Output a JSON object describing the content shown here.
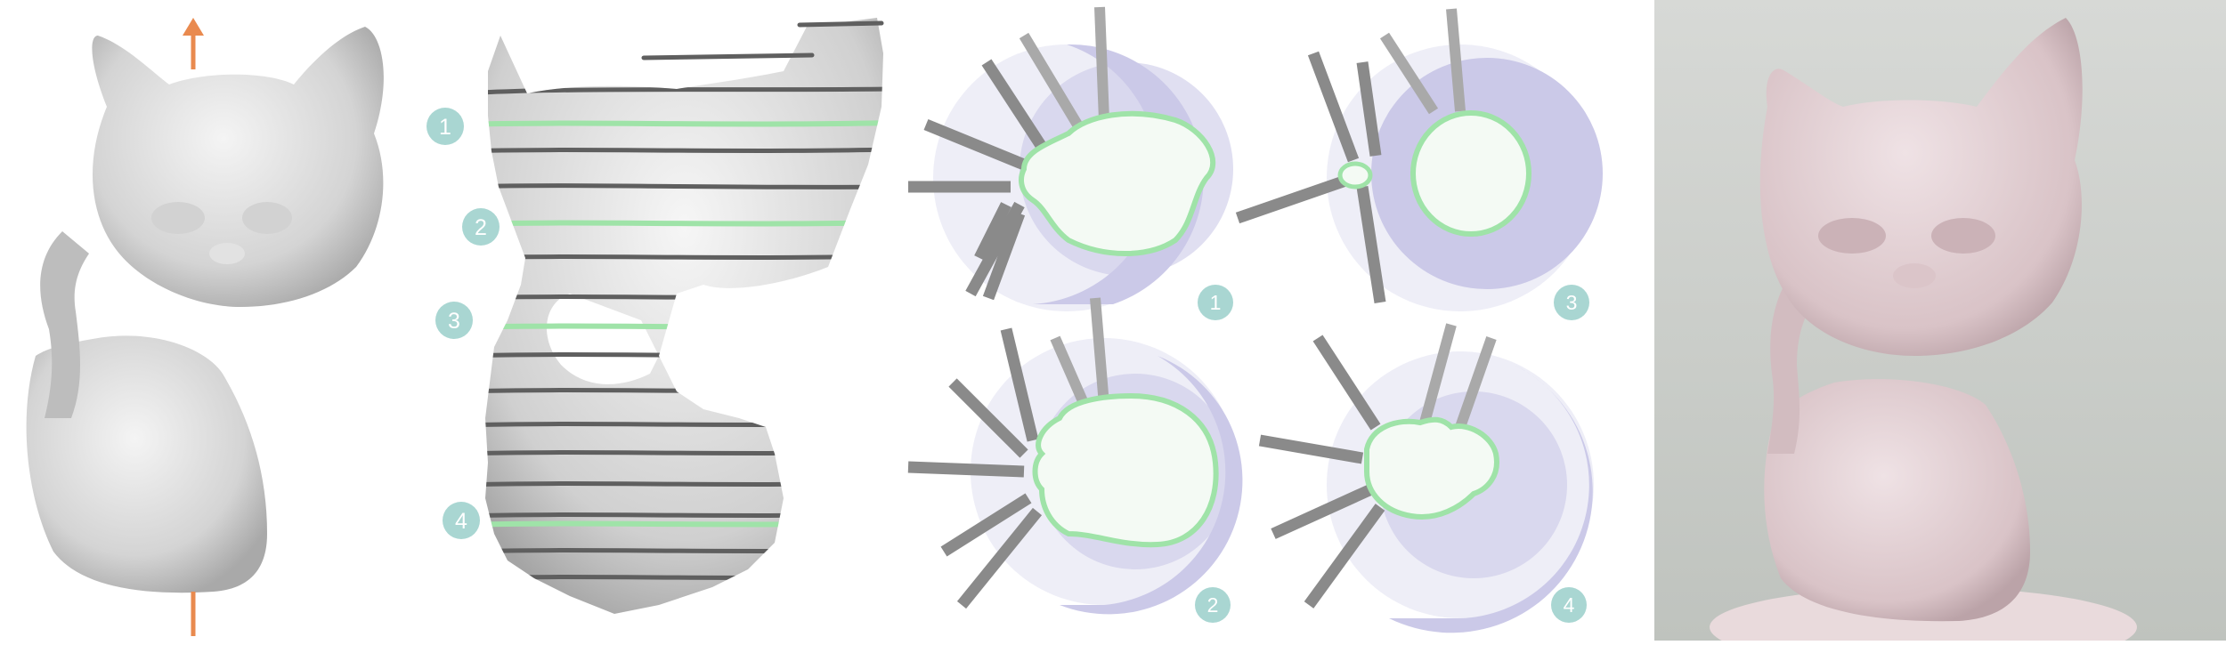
{
  "figure": {
    "slice_markers": [
      "1",
      "2",
      "3",
      "4"
    ],
    "cross_section_labels": [
      "1",
      "3",
      "2",
      "4"
    ]
  },
  "colors": {
    "model_gray": "#c9c9c9",
    "contour_dark": "#5f5f5f",
    "contour_highlight": "#9fe3a8",
    "marker_teal": "#a9d6d2",
    "disk_lavender": "#cbc9e8",
    "disk_light": "#eeeef7",
    "rod_gray": "#8a8a8a",
    "arrow_orange": "#e98a4f",
    "photo_background": "#cfd2cd",
    "printed_pink": "#e6d3d6"
  }
}
